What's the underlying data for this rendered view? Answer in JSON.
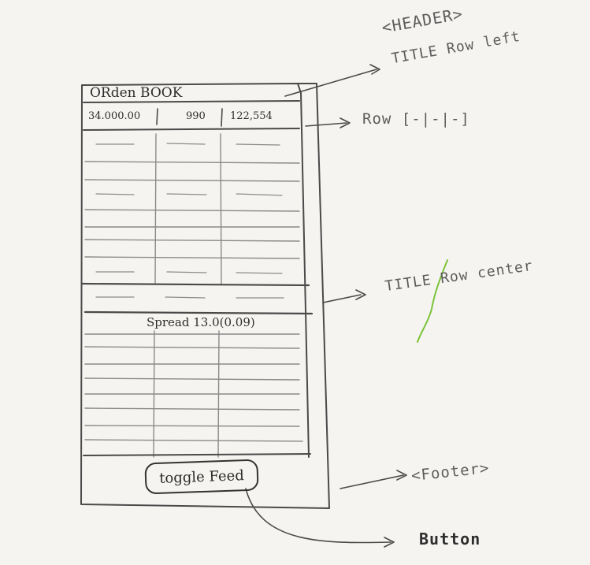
{
  "wireframe": {
    "title": "ORden BOOK",
    "first_row": [
      "34.000.00",
      "990",
      "122,554"
    ],
    "spread": "Spread 13.0(0.09)",
    "button_label": "toggle Feed"
  },
  "annotations": {
    "header": "<HEADER>",
    "title_row_left": "TITLE Row left",
    "row": "Row [-|-|-]",
    "title_row_center": "TITLE Row center",
    "footer": "<Footer>",
    "button": "Button"
  },
  "colors": {
    "paper": "#f5f4f1",
    "pencil": "#4a4a4a",
    "highlight": "#7cc43a"
  }
}
